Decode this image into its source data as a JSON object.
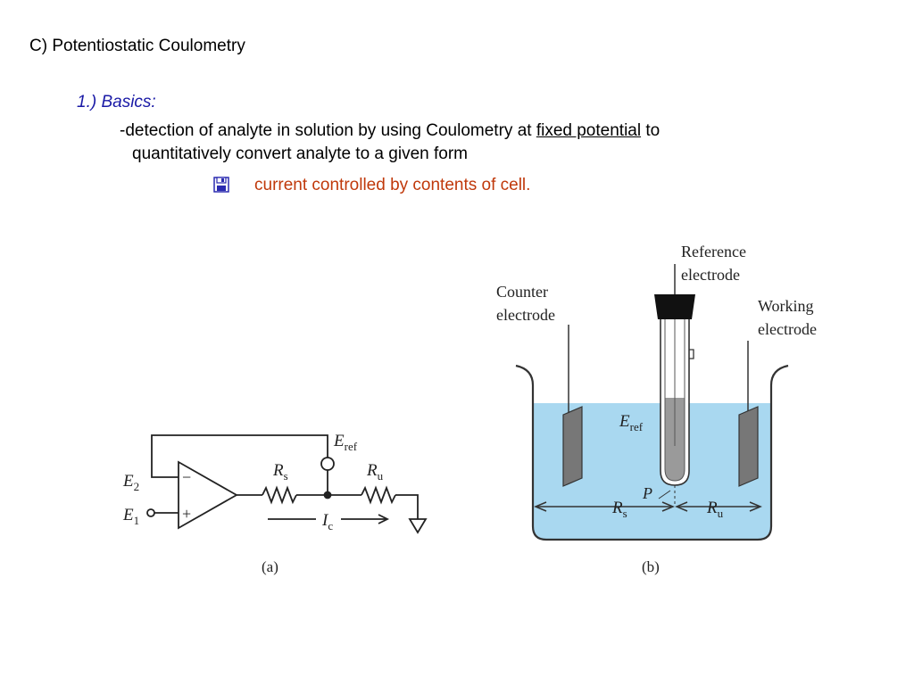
{
  "slide": {
    "title": "C) Potentiostatic Coulometry",
    "subheading": "1.) Basics:",
    "body_line1_pre": "-detection of analyte in solution by using Coulometry at ",
    "body_line1_underlined": "fixed potential",
    "body_line1_post": " to",
    "body_line2": "quantitatively convert analyte to a given form",
    "bullet_icon": "save-disk-icon",
    "bullet_text": "current controlled by contents of cell.",
    "colors": {
      "subheading": "#1a1aa6",
      "bullet": "#c0390b",
      "solution": "#a9d8f0"
    }
  },
  "figure_a": {
    "e2": "E",
    "e2_sub": "2",
    "e1": "E",
    "e1_sub": "1",
    "minus": "−",
    "plus": "+",
    "rs": "R",
    "rs_sub": "s",
    "ru": "R",
    "ru_sub": "u",
    "eref": "E",
    "eref_sub": "ref",
    "ic": "I",
    "ic_sub": "c",
    "caption": "(a)"
  },
  "figure_b": {
    "reference_line1": "Reference",
    "reference_line2": "electrode",
    "counter_line1": "Counter",
    "counter_line2": "electrode",
    "working_line1": "Working",
    "working_line2": "electrode",
    "eref": "E",
    "eref_sub": "ref",
    "p": "P",
    "rs": "R",
    "rs_sub": "s",
    "ru": "R",
    "ru_sub": "u",
    "caption": "(b)"
  }
}
